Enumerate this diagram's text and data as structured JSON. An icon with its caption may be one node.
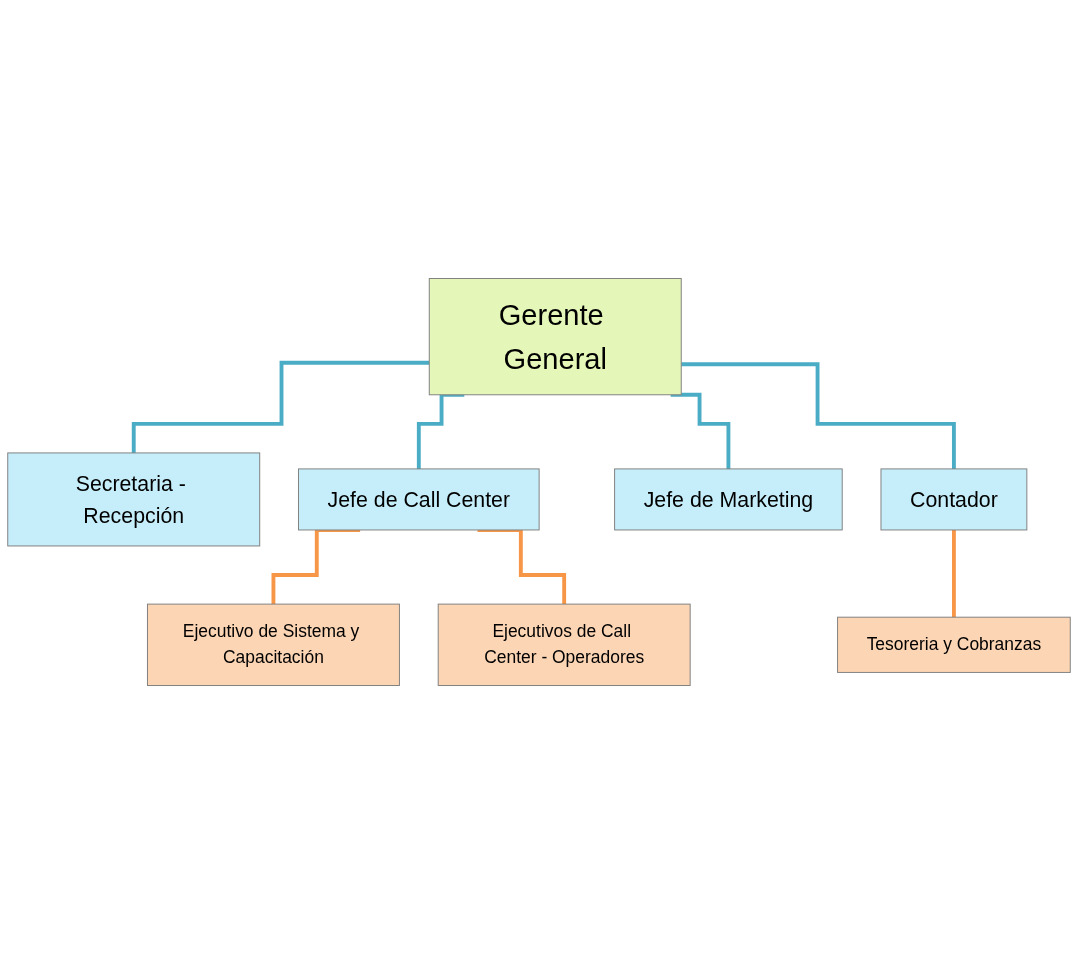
{
  "diagram": {
    "nodes": [
      {
        "text": [
          "Gerente General"
        ]
      },
      {
        "text": [
          "Secretaria - Recepción"
        ]
      },
      {
        "text": [
          "Jefe de Call Center"
        ]
      },
      {
        "text": [
          "Jefe de Marketing"
        ]
      },
      {
        "text": [
          "Contador"
        ]
      },
      {
        "text": [
          "Ejecutivo de Sistema y Capacitación"
        ]
      },
      {
        "text": [
          "Ejecutivos de Call Center - Operadores"
        ]
      },
      {
        "text": [
          "Tesoreria y Cobranzas"
        ]
      }
    ],
    "edges": [
      {
        "from": 0,
        "to": 1,
        "arrow": "none"
      },
      {
        "from": 0,
        "to": 2,
        "arrow": "none"
      },
      {
        "from": 0,
        "to": 3,
        "arrow": "none"
      },
      {
        "from": 0,
        "to": 4,
        "arrow": "none"
      },
      {
        "from": 2,
        "to": 5,
        "arrow": "none",
        "color": "#f79646"
      },
      {
        "from": 2,
        "to": 6,
        "arrow": "none",
        "color": "#f79646"
      },
      {
        "from": 4,
        "to": 7,
        "arrow": "none",
        "color": "#f79646"
      }
    ]
  }
}
